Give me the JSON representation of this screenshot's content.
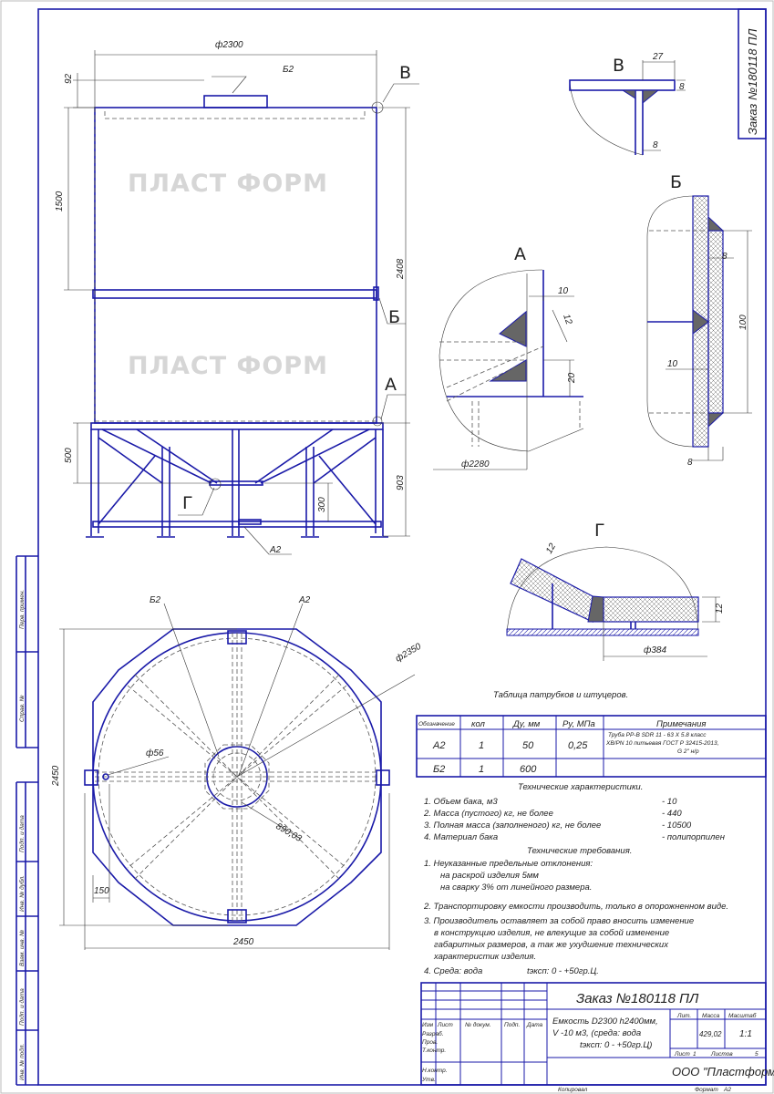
{
  "watermark": "ПЛАСТ ФОРМ",
  "order_stamp": "Заказ №180118 ПЛ",
  "colors": {
    "line": "#1a1aa8",
    "watermark": "#d6d6d6",
    "weld": "#666666"
  },
  "front_view": {
    "dims": {
      "diameter": "ф2300",
      "flange_height": "92",
      "band_height": "1500",
      "tank_height": "2408",
      "stand_upper": "500",
      "stand_height": "903",
      "outlet_height": "300"
    },
    "callouts": {
      "nozzle_top": "Б2",
      "nozzle_bottom": "А2",
      "detail_v": "В",
      "detail_b": "Б",
      "detail_a": "А",
      "detail_g": "Г"
    }
  },
  "plan_view": {
    "dims": {
      "width": "2450",
      "depth": "2450",
      "diameter": "ф2350",
      "hole": "ф56",
      "offset": "150",
      "radius": "890,03"
    },
    "callouts": {
      "nozzle_top": "Б2",
      "nozzle_bottom": "А2"
    }
  },
  "details": {
    "v": {
      "label": "В",
      "d1": "27",
      "d2": "8",
      "d3": "8"
    },
    "b": {
      "label": "Б",
      "d1": "8",
      "d2": "100",
      "d3": "10",
      "d4": "8"
    },
    "a": {
      "label": "А",
      "d1": "10",
      "d2": "12",
      "d3": "20",
      "d4": "ф2280"
    },
    "g": {
      "label": "Г",
      "d1": "12",
      "d2": "12",
      "d3": "ф384"
    }
  },
  "nozzle_table": {
    "title": "Таблица патрубков и штуцеров.",
    "headers": [
      "Обозначение",
      "кол",
      "Ду, мм",
      "Ру, МПа",
      "Примечания"
    ],
    "rows": [
      {
        "id": "А2",
        "qty": "1",
        "dn": "50",
        "pn": "0,25",
        "note1": "Труба PP-B SDR 11 - 63 X 5.8 класс",
        "note2": "XB/PN 10 питьевая ГОСТ Р 32415-2013,",
        "note3": "G 2\" н/р"
      },
      {
        "id": "Б2",
        "qty": "1",
        "dn": "600",
        "pn": "",
        "note1": "",
        "note2": "",
        "note3": ""
      }
    ]
  },
  "tech_specs": {
    "title": "Технические характеристики.",
    "items": [
      {
        "label": "1. Объем бака, м3",
        "value": "- 10"
      },
      {
        "label": "2. Масса (пустого) кг, не более",
        "value": "- 440"
      },
      {
        "label": "3. Полная масса (заполненого) кг, не более",
        "value": "- 10500"
      },
      {
        "label": "4. Материал бака",
        "value": "- полипорпилен"
      }
    ]
  },
  "tech_requirements": {
    "title": "Технические требования.",
    "lines": [
      "1. Неуказанные предельные отклонения:",
      "на раскрой изделия 5мм",
      "на сварку 3% от линейного размера.",
      "2. Транспортировку емкости производить, только в опорожненном виде.",
      "3. Производитель оставляет за собой право вносить изменение",
      "в конструкцию изделия, не влекущие за собой изменение",
      "габаритных размеров, а так же ухудшение технических",
      "характеристик изделия.",
      "4. Среда: вода",
      "tэксп: 0 - +50гр.Ц."
    ]
  },
  "side_stamp": [
    "Перв. примен.",
    "Справ. №",
    "Подп. и дата",
    "Инв. № дубл.",
    "Взам. инв. №",
    "Подп. и дата",
    "Инв. № подл."
  ],
  "title_block": {
    "title": "Заказ №180118 ПЛ",
    "columns": [
      "Изм",
      "Лист",
      "№ докум.",
      "Подп.",
      "Дата"
    ],
    "roles": [
      "Разраб.",
      "Пров.",
      "Т.контр.",
      "Н.контр.",
      "Утв."
    ],
    "description": [
      "Емкость D2300 h2400мм,",
      "V -10 м3, (среда: вода",
      "tэксп: 0 - +50гр.Ц)"
    ],
    "lit_label": "Лит.",
    "mass_label": "Масса",
    "scale_label": "Масштаб",
    "mass": "429,02",
    "scale": "1:1",
    "sheet_label": "Лист",
    "sheet": "1",
    "sheets_label": "Листов",
    "sheets": "5",
    "company": "ООО \"Пластформ\"",
    "copied": "Копировал",
    "format_label": "Формат",
    "format": "А2"
  }
}
